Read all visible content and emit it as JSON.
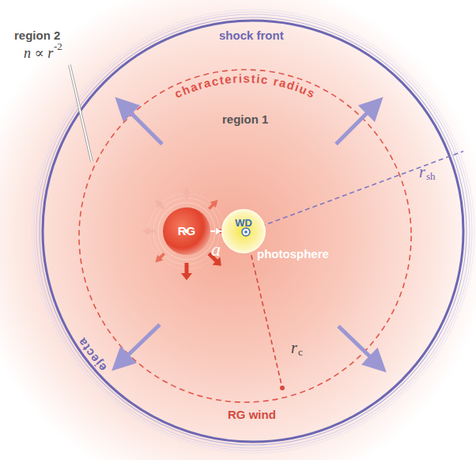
{
  "diagram": {
    "nodes": [
      {
        "text": [
          "RG"
        ]
      },
      {
        "text": [
          "WD"
        ]
      }
    ],
    "edges": [
      {
        "from": 0,
        "to": 1,
        "arrow": "to",
        "label": "a"
      }
    ],
    "labels": [
      "shock front",
      "region 2",
      "n ∝ r",
      "-2",
      "characteristic radius",
      "region 1",
      "r",
      "sh",
      "photosphere",
      "r",
      "c",
      "ejecta",
      "RG wind"
    ]
  }
}
